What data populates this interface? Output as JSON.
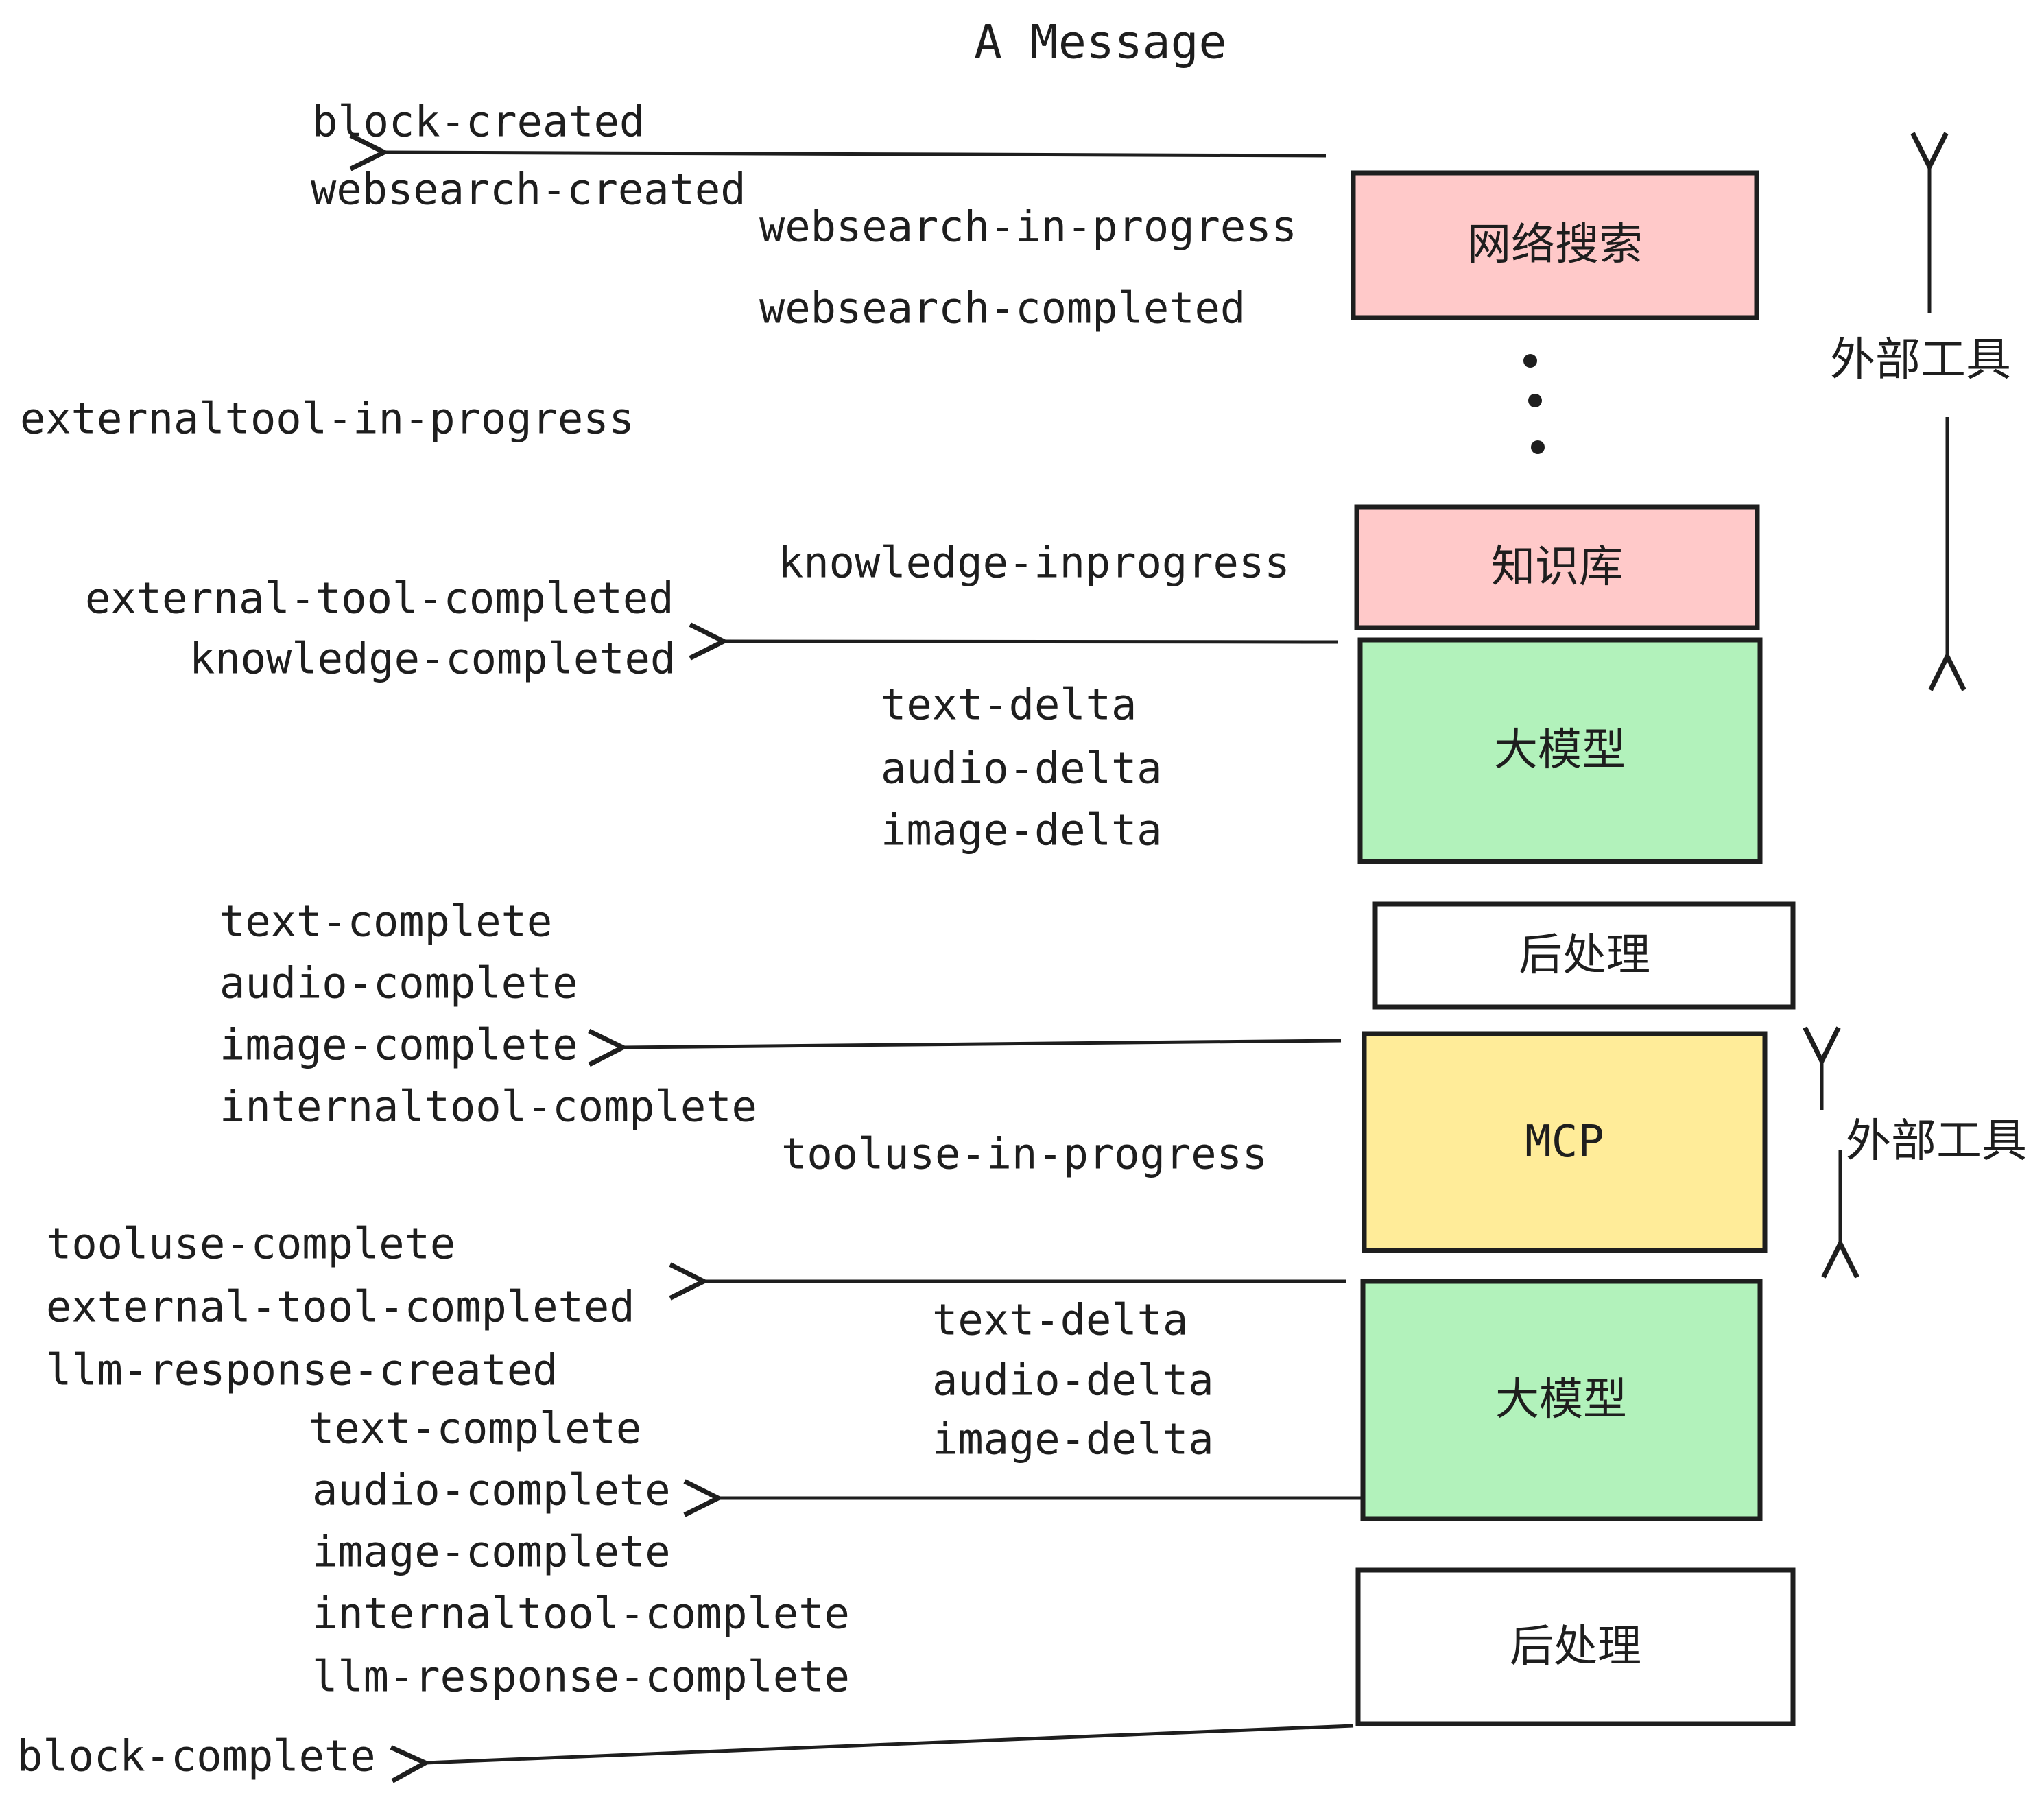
{
  "diagram": {
    "title": "A Message",
    "events": {
      "block_created": "block-created",
      "websearch_created": "websearch-created",
      "websearch_in_progress": "websearch-in-progress",
      "websearch_completed": "websearch-completed",
      "externaltool_in_progress": "externaltool-in-progress",
      "knowledge_inprogress": "knowledge-inprogress",
      "external_tool_completed": "external-tool-completed",
      "knowledge_completed": "knowledge-completed",
      "text_delta": "text-delta",
      "audio_delta": "audio-delta",
      "image_delta": "image-delta",
      "text_complete": "text-complete",
      "audio_complete": "audio-complete",
      "image_complete": "image-complete",
      "internaltool_complete": "internaltool-complete",
      "tooluse_in_progress": "tooluse-in-progress",
      "tooluse_complete": "tooluse-complete",
      "llm_response_created": "llm-response-created",
      "llm_response_complete": "llm-response-complete",
      "block_complete": "block-complete"
    },
    "nodes": {
      "websearch": "网络搜索",
      "knowledge": "知识库",
      "llm": "大模型",
      "postprocess": "后处理",
      "mcp": "MCP"
    },
    "annotations": {
      "external_tools": "外部工具"
    },
    "colors": {
      "pink": "#ffc9c9",
      "green": "#b2f2bb",
      "yellow": "#ffec99",
      "white": "#ffffff",
      "stroke": "#1e1e1e"
    }
  }
}
